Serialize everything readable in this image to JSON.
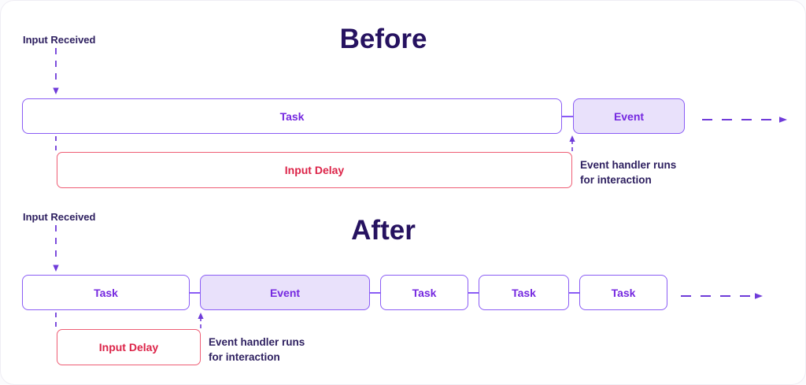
{
  "sections": {
    "before": {
      "title": "Before",
      "input_label": "Input Received",
      "task": "Task",
      "event": "Event",
      "input_delay": "Input Delay",
      "note_line1": "Event handler runs",
      "note_line2": "for interaction"
    },
    "after": {
      "title": "After",
      "input_label": "Input Received",
      "event": "Event",
      "tasks": [
        "Task",
        "Task",
        "Task",
        "Task"
      ],
      "input_delay": "Input Delay",
      "note_line1": "Event handler runs",
      "note_line2": "for interaction"
    }
  },
  "icons": {
    "down_arrow": "dashed-down-arrow-icon",
    "right_arrow": "dashed-right-arrow-icon",
    "up_arrow": "up-arrow-icon"
  },
  "colors": {
    "heading": "#261260",
    "label_text": "#2E2060",
    "purple_border": "#8A5CF5",
    "purple_text": "#7528E0",
    "arrow_purple": "#6F3BD9",
    "event_fill": "#E9E1FB",
    "red_border": "#EE5D74",
    "red_text": "#DC2348"
  }
}
